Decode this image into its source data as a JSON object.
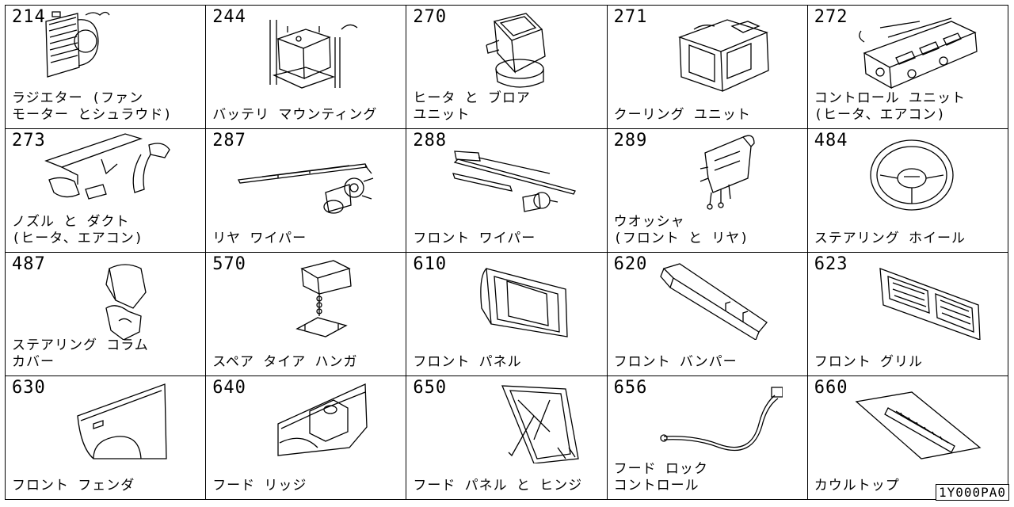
{
  "catalog": {
    "reference_code": "1Y000PA0",
    "items": [
      {
        "code": "214",
        "label": "ラジエター (ファン\nモーター とシュラウド)",
        "icon": "radiator-icon"
      },
      {
        "code": "244",
        "label": "バッテリ マウンティング",
        "icon": "battery-mounting-icon"
      },
      {
        "code": "270",
        "label": "ヒータ と ブロア\nユニット",
        "icon": "heater-blower-icon"
      },
      {
        "code": "271",
        "label": "クーリング ユニット",
        "icon": "cooling-unit-icon"
      },
      {
        "code": "272",
        "label": "コントロール ユニット\n(ヒータ、エアコン)",
        "icon": "control-unit-icon"
      },
      {
        "code": "273",
        "label": "ノズル と ダクト\n(ヒータ、エアコン)",
        "icon": "nozzle-duct-icon"
      },
      {
        "code": "287",
        "label": "リヤ ワイパー",
        "icon": "rear-wiper-icon"
      },
      {
        "code": "288",
        "label": "フロント ワイパー",
        "icon": "front-wiper-icon"
      },
      {
        "code": "289",
        "label": "ウオッシャ\n(フロント と リヤ)",
        "icon": "washer-icon"
      },
      {
        "code": "484",
        "label": "ステアリング ホイール",
        "icon": "steering-wheel-icon"
      },
      {
        "code": "487",
        "label": "ステアリング コラム\nカバー",
        "icon": "column-cover-icon"
      },
      {
        "code": "570",
        "label": "スペア タイア ハンガ",
        "icon": "spare-tire-hanger-icon"
      },
      {
        "code": "610",
        "label": "フロント パネル",
        "icon": "front-panel-icon"
      },
      {
        "code": "620",
        "label": "フロント バンパー",
        "icon": "front-bumper-icon"
      },
      {
        "code": "623",
        "label": "フロント グリル",
        "icon": "front-grille-icon"
      },
      {
        "code": "630",
        "label": "フロント フェンダ",
        "icon": "front-fender-icon"
      },
      {
        "code": "640",
        "label": "フード リッジ",
        "icon": "hood-ledge-icon"
      },
      {
        "code": "650",
        "label": "フード パネル と ヒンジ",
        "icon": "hood-panel-hinge-icon"
      },
      {
        "code": "656",
        "label": "フード ロック\nコントロール",
        "icon": "hood-lock-control-icon"
      },
      {
        "code": "660",
        "label": "カウルトップ",
        "icon": "cowl-top-icon"
      }
    ]
  }
}
